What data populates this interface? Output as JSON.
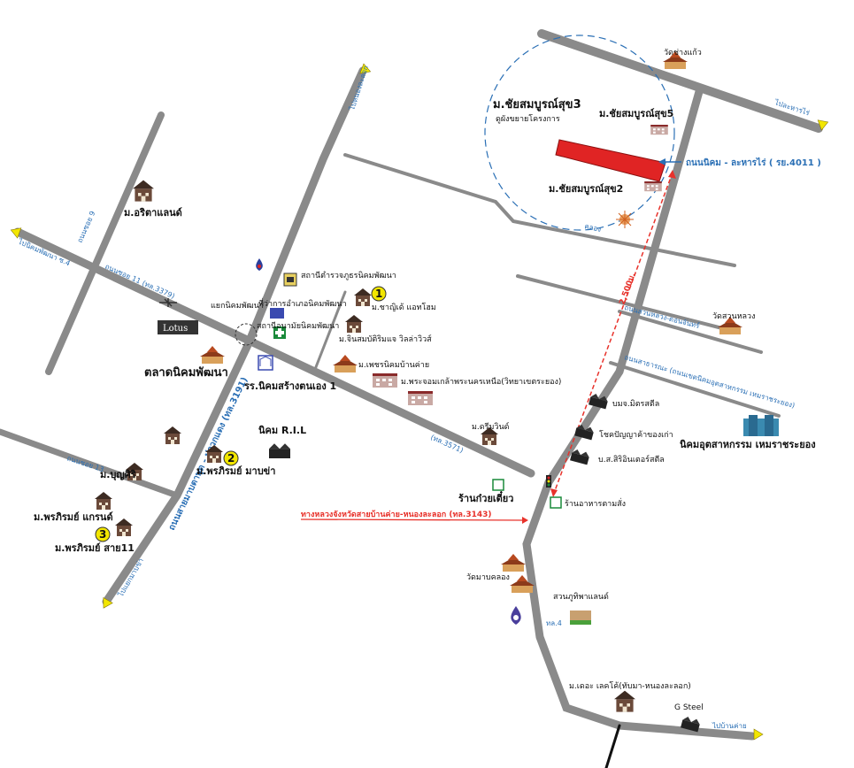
{
  "colors": {
    "road": "#8a8a8a",
    "project": "#e02424",
    "label_blue": "#2a6fb5",
    "arrow_yellow": "#f2e600",
    "distance_red": "#e8322b",
    "marker_yellow": "#f2e600",
    "boundary_blue": "#2a6fb5"
  },
  "icons": [
    "house-icon",
    "building-icon",
    "factory-icon",
    "temple-icon",
    "fuel-drop-icon",
    "direction-arrow-icon",
    "marker-number-icon",
    "lotus-logo-icon",
    "compass-icon"
  ],
  "project": {
    "name": "ม.ชัยสมบูรณ์สุข3",
    "subtitle": "ดูผังขยายโครงการ",
    "sister5": "ม.ชัยสมบูรณ์สุข5",
    "sister2": "ม.ชัยสมบูรณ์สุข2"
  },
  "roads": {
    "to_nong_lalok": "ไปหนองละลอก",
    "to_laharn_rai": "ไปละหารไร่",
    "nikhom_laharn": "ถนนนิคม - ละหารไร่ ( รย.4011 )",
    "to_nikhom_soi4": "ไปนิคมพัฒนา ซ.4",
    "soi_11": "ถนนซอย 11 (ทล.3379)",
    "soi_9": "ถนนซอย 9",
    "soi_13": "ถนนซอย 13",
    "prasaeng": "ถนนสายมาบตาพุด - ปลวกแดง (ทล.3191)",
    "to_map_yang_phon": "ไปแยกมาบข่า",
    "road_3571": "(ทล.3571)",
    "suan_luang": "ถนนสวนหลวง-ดอนจันทร์",
    "nikhom_hemaraj": "ถนนสาธารณะ (ถนนเขตนิคมอุตสาหกรรม เหมราชระยอง)",
    "highway_3143": "ทางหลวงจังหวัดสายบ้านค่าย-หนองละลอก (ทล.3143)",
    "to_ban_khai": "ไปบ้านค่าย",
    "distance": "2,500ม.",
    "water_channel": "คลอง"
  },
  "places": {
    "wat_chang_kaeo": "วัดช่างแก้ว",
    "aritawa": "ม.อริตาแลนด์",
    "nikhom_junction": "แยกนิคมพัฒนา",
    "lotus": "Lotus",
    "nikhom_market": "ตลาดนิคมพัฒนา",
    "district_office": "ที่ว่าการอำเภอนิคมพัฒนา",
    "police": "สถานีตำรวจภูธรนิคมพัฒนา",
    "hospital": "สถานีอนามัยนิคมพัฒนา",
    "school": "รร.นิคมสร้างตนเอง 1",
    "chai_home": "ม.ชาญิเด้ แอทโฮม",
    "chin_sombat": "ม.จินสมบัติริมแจ วิลล่าวิวส์",
    "phet_nikhom": "ม.เพชรนิคมบ้านค่าย",
    "prachom_klao": "ม.พระจอมเกล้าพระนครเหนือ(วิทยาเขตระยอง)",
    "suan_luang_temple": "วัดสวนหลวง",
    "mitra_steel": "บมจ.มิตรสตีล",
    "chok_chai": "โชคปัญญาค้าของเก่า",
    "siri_intersteel": "บ.ส.สิริอินเตอร์สตีล",
    "hemaraj": "นิคมอุตสาหกรรม เหมราชระยอง",
    "doreewin": "ม.ดรีมวินด์",
    "noodle": "ร้านก๋วยเตี๋ยว",
    "food_shop": "ร้านอาหารตามสั่ง",
    "nikhom_rii": "นิคม R.I.L",
    "pornpirom_map": "ม.พรภิรมย์ มาบข่า",
    "boonsiri": "ม.บุญศิริ",
    "pornpirom_grand": "ม.พรภิรมย์ แกรนด์",
    "pornpirom_soi11": "ม.พรภิรมย์ สาย11",
    "wat_map_klong": "วัดมาบคลอง",
    "suan_phuttha": "สวนภูทิพาแลนด์",
    "koh_kaew": "ม.เดอะ เลคโค้(ทับมา-หนองละลอก)",
    "g_steel": "G Steel",
    "n_label": "ทล.4"
  },
  "markers": {
    "m1": "1",
    "m2": "2",
    "m3": "3"
  }
}
